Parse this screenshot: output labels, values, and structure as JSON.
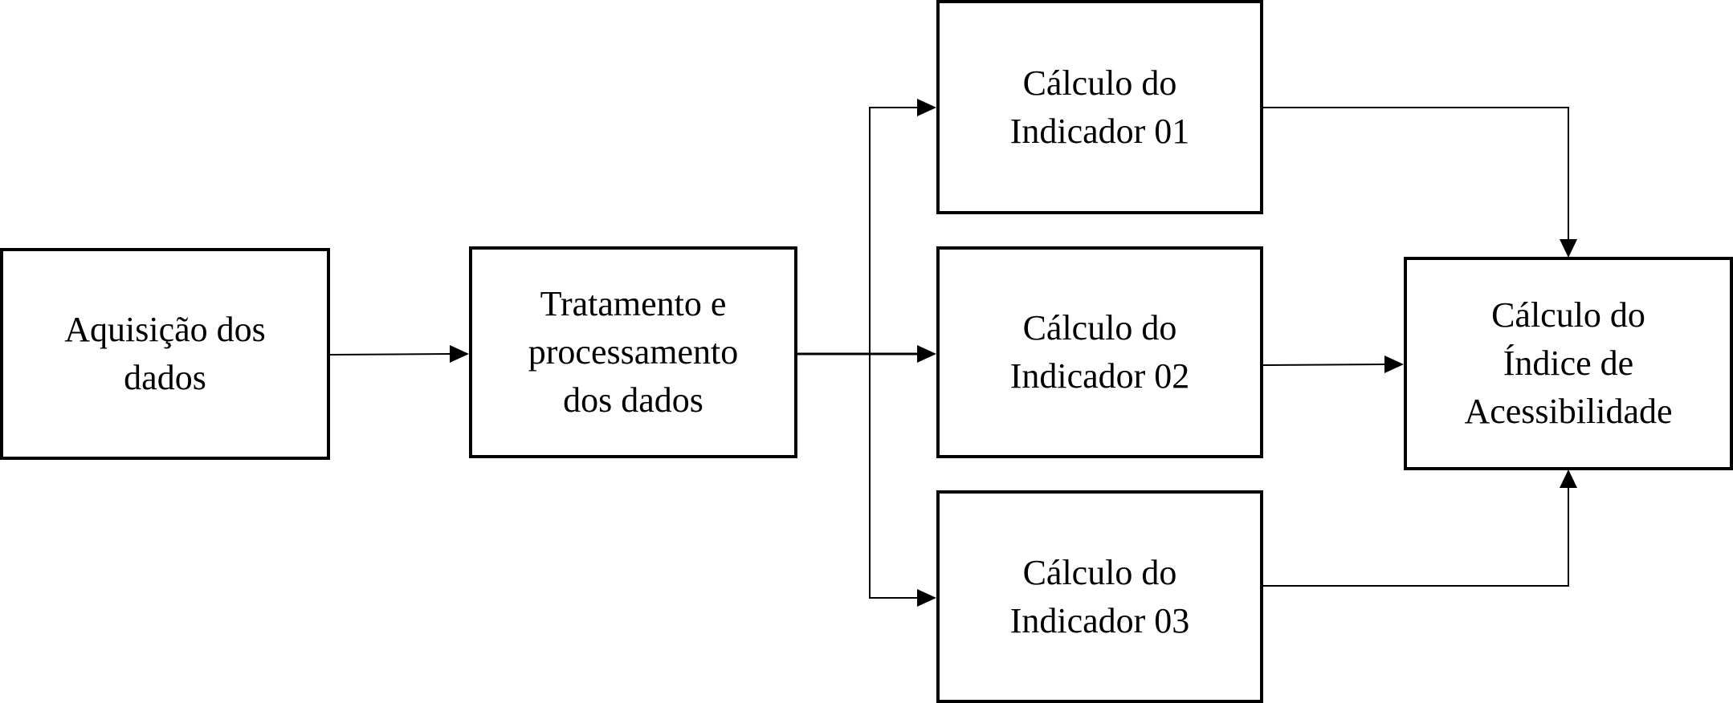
{
  "nodes": {
    "aquisicao": {
      "lines": [
        "Aquisição dos",
        "dados"
      ]
    },
    "tratamento": {
      "lines": [
        "Tratamento e",
        "processamento",
        "dos dados"
      ]
    },
    "ind01": {
      "lines": [
        "Cálculo do",
        "Indicador 01"
      ]
    },
    "ind02": {
      "lines": [
        "Cálculo do",
        "Indicador 02"
      ]
    },
    "ind03": {
      "lines": [
        "Cálculo do",
        "Indicador 03"
      ]
    },
    "indice": {
      "lines": [
        "Cálculo do",
        "Índice de",
        "Acessibilidade"
      ]
    }
  },
  "edges": [
    {
      "from": "aquisicao",
      "to": "tratamento"
    },
    {
      "from": "tratamento",
      "to": "ind01"
    },
    {
      "from": "tratamento",
      "to": "ind02"
    },
    {
      "from": "tratamento",
      "to": "ind03"
    },
    {
      "from": "ind01",
      "to": "indice"
    },
    {
      "from": "ind02",
      "to": "indice"
    },
    {
      "from": "ind03",
      "to": "indice"
    }
  ]
}
